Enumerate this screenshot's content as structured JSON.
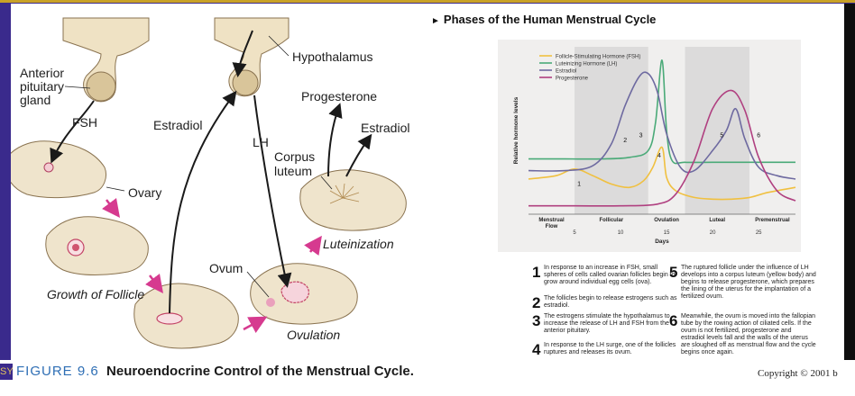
{
  "diagram": {
    "labels": {
      "hypothalamus": "Hypothalamus",
      "anterior_pituitary": [
        "Anterior",
        "pituitary",
        "gland"
      ],
      "fsh": "FSH",
      "estradiol_left": "Estradiol",
      "lh": "LH",
      "progesterone": "Progesterone",
      "estradiol_right": "Estradiol",
      "corpus_luteum": [
        "Corpus",
        "luteum"
      ],
      "ovary": "Ovary",
      "luteinization": "Luteinization",
      "ovum": "Ovum",
      "growth_of_follicle": "Growth of Follicle",
      "ovulation": "Ovulation"
    }
  },
  "caption": {
    "figure_label": "FIGURE 9.6",
    "figure_title": "Neuroendocrine Control of the Menstrual Cycle.",
    "left_edge_text": "SY",
    "copyright": "Copyright © 2001 b"
  },
  "chart_data": {
    "type": "line",
    "title": "Phases of the Human Menstrual Cycle",
    "xlabel": "Days",
    "ylabel": "Relative hormone levels",
    "xlim": [
      0,
      29
    ],
    "ylim": [
      0,
      10
    ],
    "xticks": [
      5,
      10,
      15,
      20,
      25
    ],
    "legend_position": "top-left",
    "phases": [
      {
        "name": "Menstrual Flow",
        "start": 0,
        "end": 5
      },
      {
        "name": "Follicular",
        "start": 5,
        "end": 13
      },
      {
        "name": "Ovulation",
        "start": 13,
        "end": 17
      },
      {
        "name": "Luteal",
        "start": 17,
        "end": 24
      },
      {
        "name": "Premenstrual",
        "start": 24,
        "end": 29
      }
    ],
    "phase_label_lines": [
      [
        "Menstrual",
        "Flow"
      ],
      [
        "Follicular"
      ],
      [
        "Ovulation"
      ],
      [
        "Luteal"
      ],
      [
        "Premenstrual"
      ]
    ],
    "series": [
      {
        "name": "Follicle-Stimulating Hormone (FSH)",
        "color": "#f0c040",
        "points": [
          [
            0,
            2.1
          ],
          [
            3,
            2.3
          ],
          [
            5,
            2.7
          ],
          [
            7,
            2.3
          ],
          [
            9,
            1.8
          ],
          [
            11,
            1.6
          ],
          [
            12.5,
            2.0
          ],
          [
            13.5,
            2.8
          ],
          [
            14.5,
            4.0
          ],
          [
            15,
            2.2
          ],
          [
            16,
            1.4
          ],
          [
            18,
            1.0
          ],
          [
            20,
            0.9
          ],
          [
            22,
            0.9
          ],
          [
            24,
            1.0
          ],
          [
            26,
            1.3
          ],
          [
            29,
            1.6
          ]
        ]
      },
      {
        "name": "Luteinizing Hormone (LH)",
        "color": "#4aaa78",
        "points": [
          [
            0,
            3.3
          ],
          [
            4,
            3.3
          ],
          [
            8,
            3.3
          ],
          [
            11,
            3.4
          ],
          [
            13,
            3.8
          ],
          [
            13.8,
            5.5
          ],
          [
            14.5,
            9.2
          ],
          [
            15.0,
            5.0
          ],
          [
            15.6,
            3.2
          ],
          [
            17,
            3.1
          ],
          [
            20,
            3.1
          ],
          [
            24,
            3.1
          ],
          [
            29,
            3.1
          ]
        ]
      },
      {
        "name": "Estradiol",
        "color": "#6e6aa0",
        "points": [
          [
            0,
            2.6
          ],
          [
            4,
            2.6
          ],
          [
            7,
            2.9
          ],
          [
            9,
            4.2
          ],
          [
            10.5,
            6.5
          ],
          [
            12,
            8.2
          ],
          [
            13,
            8.4
          ],
          [
            14,
            7.3
          ],
          [
            15,
            4.8
          ],
          [
            16.5,
            2.8
          ],
          [
            18,
            2.6
          ],
          [
            20,
            3.8
          ],
          [
            21.5,
            5.0
          ],
          [
            22.5,
            6.3
          ],
          [
            23.5,
            4.5
          ],
          [
            25,
            2.8
          ],
          [
            27,
            2.3
          ],
          [
            29,
            2.1
          ]
        ]
      },
      {
        "name": "Progesterone",
        "color": "#b04080",
        "points": [
          [
            0,
            0.5
          ],
          [
            5,
            0.5
          ],
          [
            10,
            0.5
          ],
          [
            14,
            0.6
          ],
          [
            16,
            1.2
          ],
          [
            18,
            3.2
          ],
          [
            20,
            6.3
          ],
          [
            22,
            7.4
          ],
          [
            23.5,
            6.2
          ],
          [
            25,
            3.4
          ],
          [
            27,
            1.4
          ],
          [
            29,
            0.8
          ]
        ]
      }
    ],
    "markers": [
      {
        "label": "1",
        "x": 5.5,
        "y": 1.7
      },
      {
        "label": "2",
        "x": 10.5,
        "y": 4.3
      },
      {
        "label": "3",
        "x": 12.2,
        "y": 4.6
      },
      {
        "label": "4",
        "x": 14.2,
        "y": 3.4
      },
      {
        "label": "5",
        "x": 21.0,
        "y": 4.6
      },
      {
        "label": "6",
        "x": 25.0,
        "y": 4.6
      }
    ]
  },
  "steps": [
    {
      "num": "1",
      "text": "In response to an increase in FSH, small spheres of cells called ovarian follicles begin to grow around individual egg cells (ova)."
    },
    {
      "num": "2",
      "text": "The follicles begin to release estrogens such as estradiol."
    },
    {
      "num": "3",
      "text": "The estrogens stimulate the hypothalamus to increase the release of LH and FSH from the anterior pituitary."
    },
    {
      "num": "4",
      "text": "In response to the LH surge, one of the follicles ruptures and releases its ovum."
    },
    {
      "num": "5",
      "text": "The ruptured follicle under the influence of LH develops into a corpus luteum (yellow body) and begins to release progesterone, which prepares the lining of the uterus for the implantation of a fertilized ovum."
    },
    {
      "num": "6",
      "text": "Meanwhile, the ovum is moved into the fallopian tube by the rowing action of ciliated cells. If the ovum is not fertilized, progesterone and estradiol levels fall and the walls of the uterus are sloughed off as menstrual flow and the cycle begins once again."
    }
  ],
  "colors": {
    "background": "#3a2a8c",
    "accent_pink": "#d63a8f",
    "figure_blue": "#2f6fb5",
    "tissue": "#efe4cc"
  }
}
